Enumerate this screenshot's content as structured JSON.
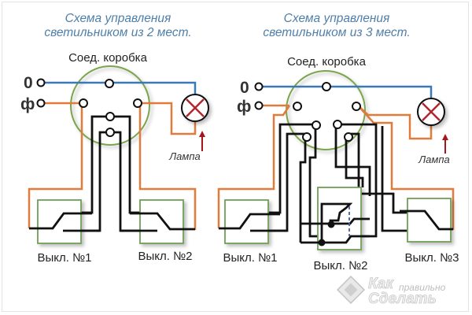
{
  "colors": {
    "neutral_wire": "#3d78b6",
    "phase_wire": "#e07b3c",
    "traveler_wire": "#111111",
    "junction_box": "#7aa54c",
    "switch_box": "#6f9e57",
    "lamp_cross": "#b0282e",
    "arrow": "#a3161c",
    "title": "#4f7fa9"
  },
  "left_diagram": {
    "title_line1": "Схема управления",
    "title_line2": "светильником из 2 мест.",
    "junction_box_label": "Соед. коробка",
    "neutral_label": "0",
    "phase_label": "ф",
    "lamp_label": "Лампа",
    "switches": [
      {
        "label": "Выкл. №1"
      },
      {
        "label": "Выкл. №2"
      }
    ]
  },
  "right_diagram": {
    "title_line1": "Схема управления",
    "title_line2": "светильником из 3 мест.",
    "junction_box_label": "Соед. коробка",
    "neutral_label": "0",
    "phase_label": "ф",
    "lamp_label": "Лампа",
    "switches": [
      {
        "label": "Выкл. №1"
      },
      {
        "label": "Выкл. №2"
      },
      {
        "label": "Выкл. №3"
      }
    ]
  },
  "watermark": {
    "line1": "Как",
    "line1_small": "правильно",
    "line2": "Сделать"
  }
}
